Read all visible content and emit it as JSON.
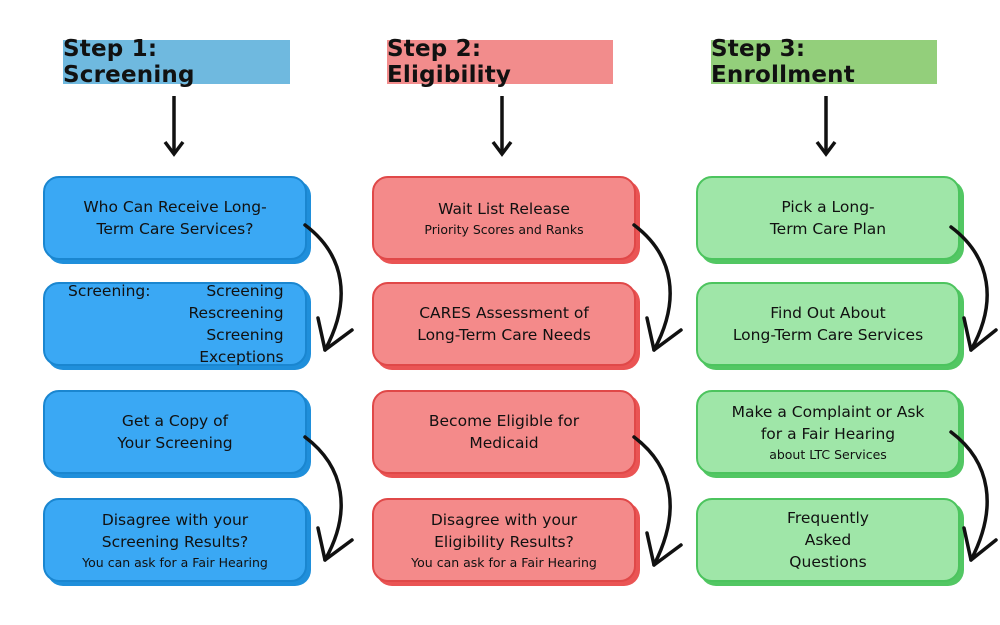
{
  "colors": {
    "blue": "#3aa8f4",
    "red": "#f48a8a",
    "green": "#9fe6a8",
    "header_blue": "#6fb9df",
    "header_red": "#f28c8c",
    "header_green": "#93cf7b"
  },
  "steps": [
    {
      "title": "Step 1: Screening",
      "cards": [
        {
          "title": "Who Can Receive Long-\nTerm Care Services?"
        },
        {
          "label": "Screening:",
          "items": [
            "Screening",
            "Rescreening",
            "Screening Exceptions"
          ]
        },
        {
          "title": "Get a Copy of\nYour Screening"
        },
        {
          "title": "Disagree with your\nScreening Results?",
          "subtitle": "You can ask for a Fair Hearing"
        }
      ]
    },
    {
      "title": "Step 2: Eligibility",
      "cards": [
        {
          "title": "Wait List Release",
          "subtitle": "Priority Scores and Ranks"
        },
        {
          "title": "CARES Assessment of\nLong-Term Care Needs"
        },
        {
          "title": "Become Eligible for\nMedicaid"
        },
        {
          "title": "Disagree with your\nEligibility Results?",
          "subtitle": "You can ask for a Fair Hearing"
        }
      ]
    },
    {
      "title": "Step 3: Enrollment",
      "cards": [
        {
          "title": "Pick a Long-\nTerm Care Plan"
        },
        {
          "title": "Find Out About\nLong-Term Care Services"
        },
        {
          "title": "Make a Complaint or Ask\nfor a Fair Hearing",
          "subtitle": "about LTC Services"
        },
        {
          "title": "Frequently\nAsked\nQuestions"
        }
      ]
    }
  ]
}
